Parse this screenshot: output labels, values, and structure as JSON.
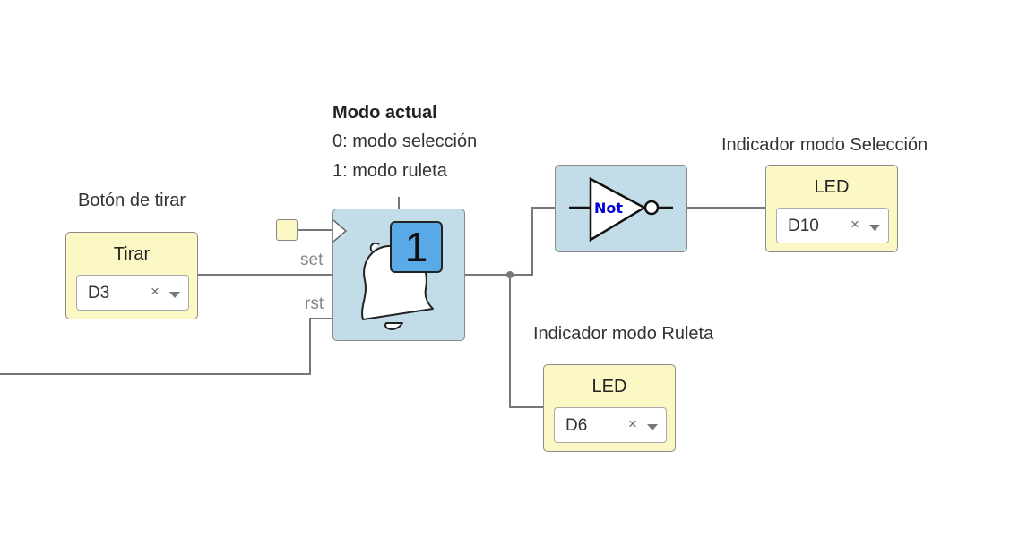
{
  "annotations": {
    "mode_title": "Modo actual",
    "mode_line_0": "0: modo selección",
    "mode_line_1": "1: modo ruleta",
    "button_caption": "Botón de tirar",
    "led_selection_caption": "Indicador modo Selección",
    "led_roulette_caption": "Indicador modo Ruleta"
  },
  "blocks": {
    "button": {
      "title": "Tirar",
      "pin": "D3",
      "clear": "×"
    },
    "led_selection": {
      "title": "LED",
      "pin": "D10",
      "clear": "×"
    },
    "led_roulette": {
      "title": "LED",
      "pin": "D6",
      "clear": "×"
    },
    "flipflop": {
      "set_label": "set",
      "rst_label": "rst",
      "value": "1"
    },
    "not_gate": {
      "label": "Not"
    }
  },
  "colors": {
    "block_yellow": "#fbf8c6",
    "block_blue": "#c2dce8",
    "value_badge": "#5aaae8",
    "not_text": "#0000dd",
    "wire": "#777777"
  },
  "icons": {
    "flipflop": "bell-icon",
    "not_gate": "not-gate-icon",
    "clock_input": "clock-triangle-icon"
  }
}
